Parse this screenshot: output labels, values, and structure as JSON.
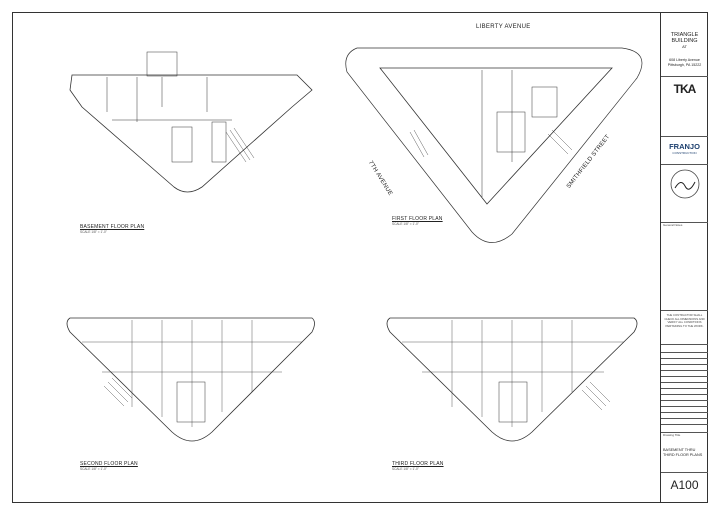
{
  "street_top": "LIBERTY AVENUE",
  "street_left": "7TH AVENUE",
  "street_right": "SMITHFIELD STREET",
  "plans": {
    "basement": {
      "title": "BASEMENT FLOOR PLAN",
      "scale": "SCALE 1/8\" = 1'-0\""
    },
    "first": {
      "title": "FIRST FLOOR PLAN",
      "scale": "SCALE 1/8\" = 1'-0\""
    },
    "second": {
      "title": "SECOND FLOOR PLAN",
      "scale": "SCALE 1/8\" = 1'-0\""
    },
    "third": {
      "title": "THIRD FLOOR PLAN",
      "scale": "SCALE 1/8\" = 1'-0\""
    }
  },
  "title_block": {
    "project": "TRIANGLE BUILDING",
    "at": "AT",
    "address1": "608 Liberty Avenue",
    "address2": "Pittsburgh, PA 15222",
    "architect": "TKA",
    "builder": "FRANJO",
    "builder_sub": "CONSTRUCTION",
    "general_notes": "General Notes",
    "contractor_note": "THE CONTRACTOR SHALL CHECK ALL DIMENSIONS AND VERIFY ALL CONDITIONS PERTAINING TO THE WORK.",
    "drawing_title_label": "Drawing Title",
    "drawing_title": "BASEMENT THRU THIRD FLOOR PLANS",
    "sheet_number": "A100"
  }
}
